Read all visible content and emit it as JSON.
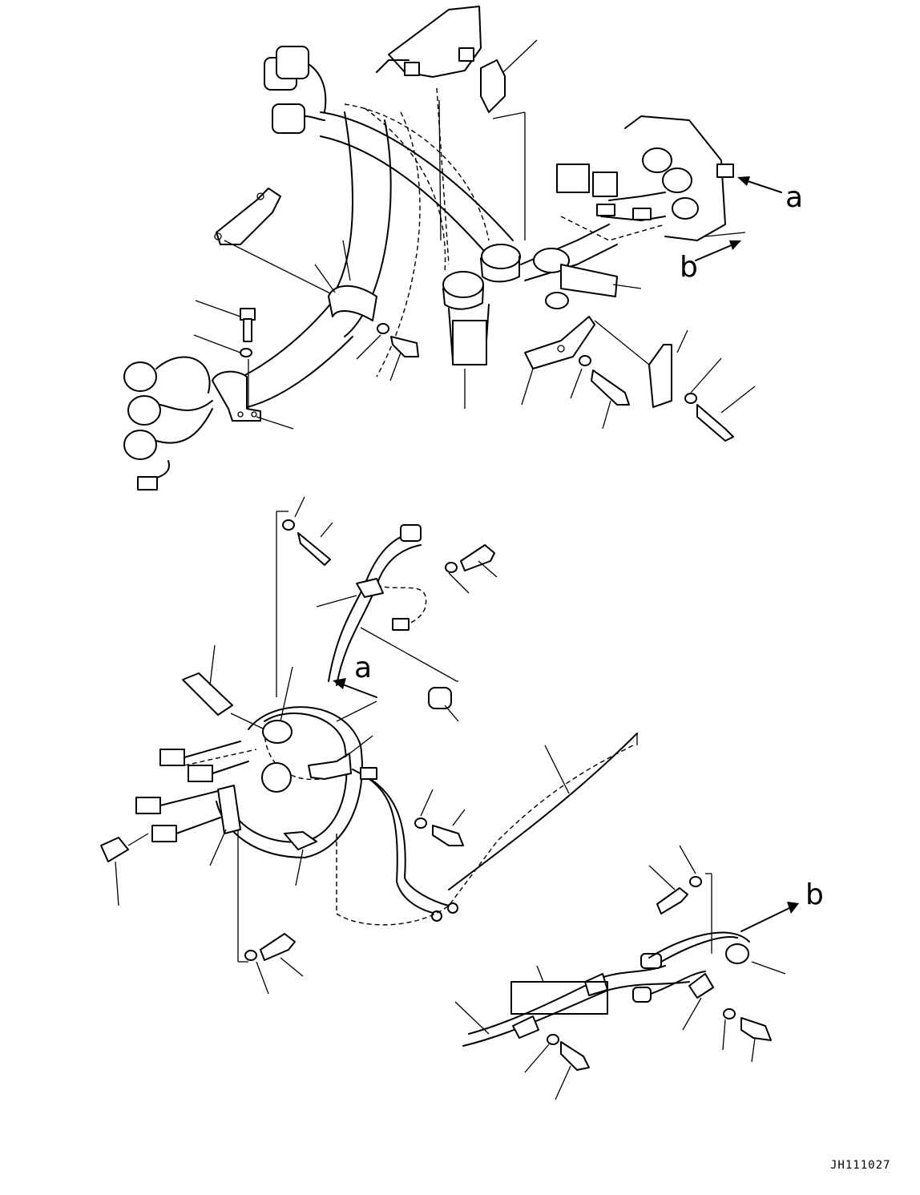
{
  "labels": {
    "a_top": "a",
    "b_top": "b",
    "a_mid": "a",
    "b_bottom": "b"
  },
  "drawing_code": "JH111027"
}
